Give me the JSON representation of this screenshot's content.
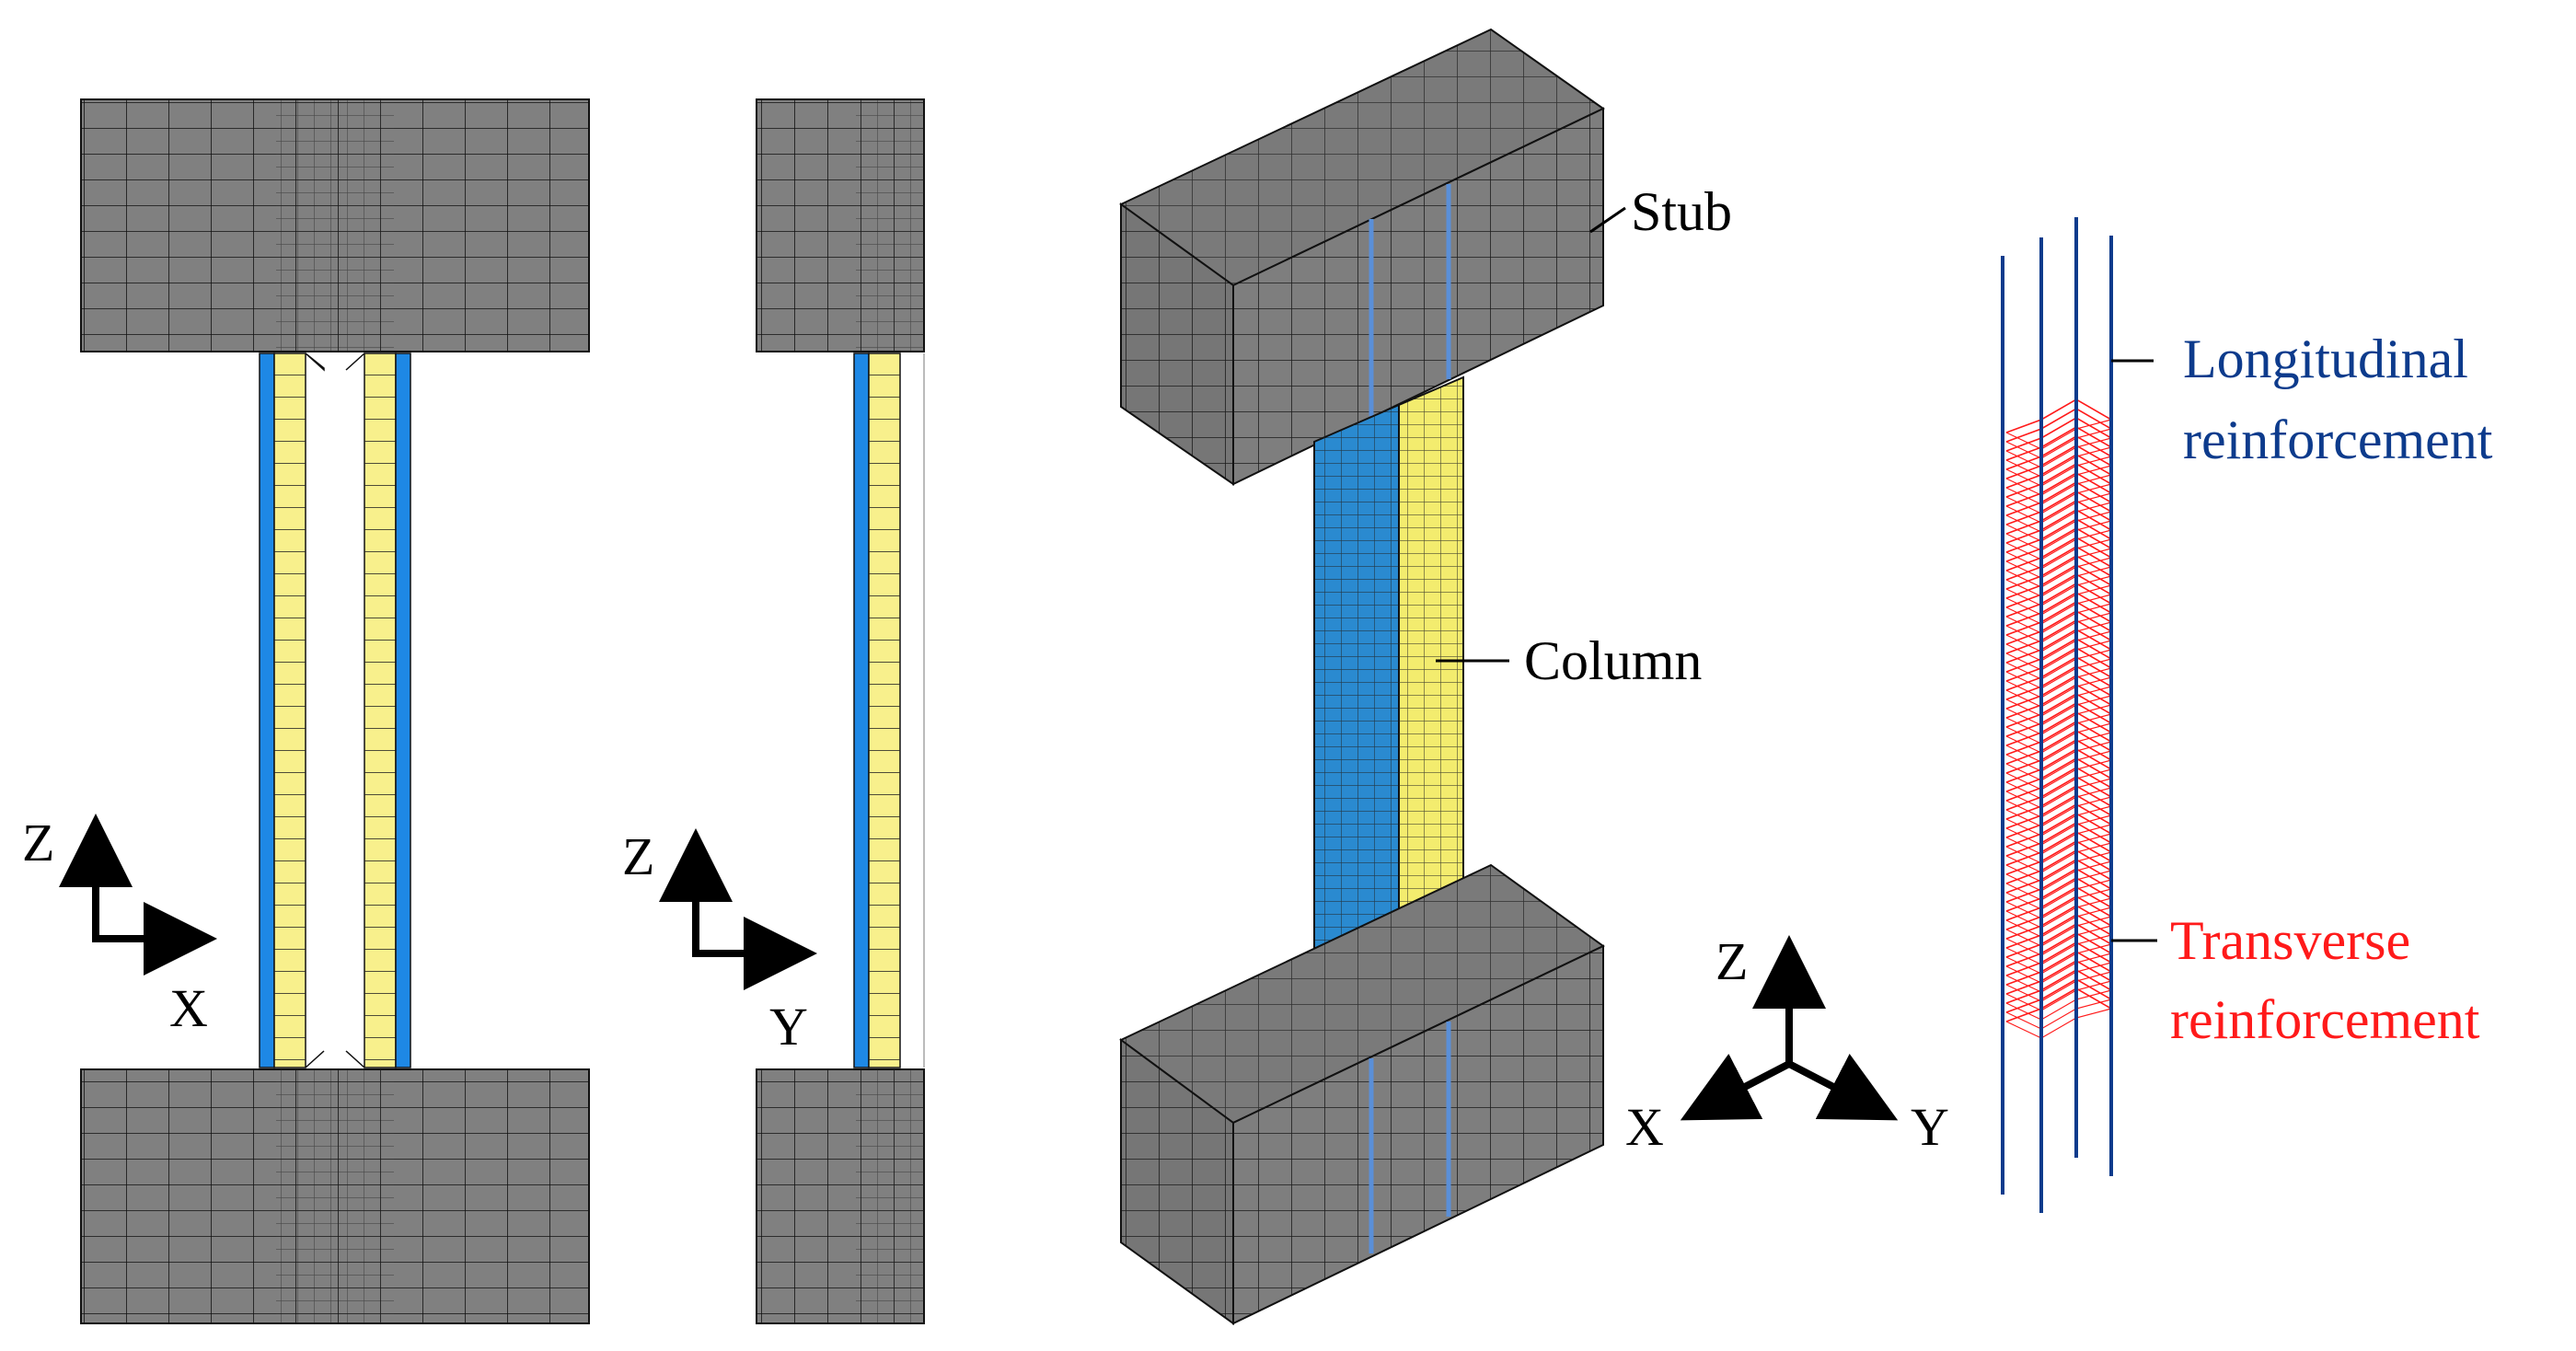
{
  "labels": {
    "stub": "Stub",
    "column": "Column",
    "longitudinal_line1": "Longitudinal",
    "longitudinal_line2": "reinforcement",
    "transverse_line1": "Transverse",
    "transverse_line2": "reinforcement"
  },
  "axes": {
    "front": {
      "vertical": "Z",
      "horizontal": "X"
    },
    "side": {
      "vertical": "Z",
      "horizontal": "Y"
    },
    "iso": {
      "vertical": "Z",
      "left": "X",
      "right": "Y"
    }
  },
  "colors": {
    "mesh_grey": "#808080",
    "mesh_line": "#111111",
    "concrete_core_yellow": "#f8f08c",
    "steel_tube_blue": "#1e88e5",
    "longitudinal_color": "#0d3b8c",
    "transverse_color": "#ff1a1a"
  }
}
